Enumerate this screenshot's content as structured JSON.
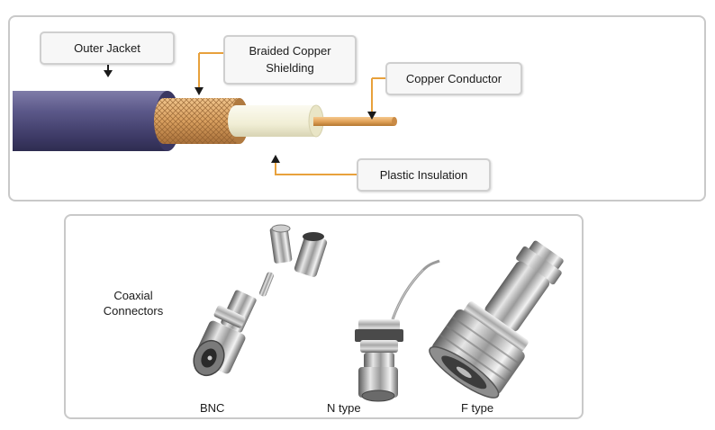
{
  "cable": {
    "labels": {
      "outer_jacket": "Outer Jacket",
      "braided_shielding_line1": "Braided Copper",
      "braided_shielding_line2": "Shielding",
      "copper_conductor": "Copper Conductor",
      "plastic_insulation": "Plastic Insulation"
    }
  },
  "connectors": {
    "title_line1": "Coaxial",
    "title_line2": "Connectors",
    "items": [
      {
        "label": "BNC"
      },
      {
        "label": "N type"
      },
      {
        "label": "F type"
      }
    ]
  },
  "colors": {
    "jacket": "#4b4877",
    "braid": "#d9a060",
    "insulation": "#f3f1dc",
    "conductor": "#e2a35a",
    "leader_line": "#e8a13c",
    "panel_border": "#c9c9c9"
  }
}
